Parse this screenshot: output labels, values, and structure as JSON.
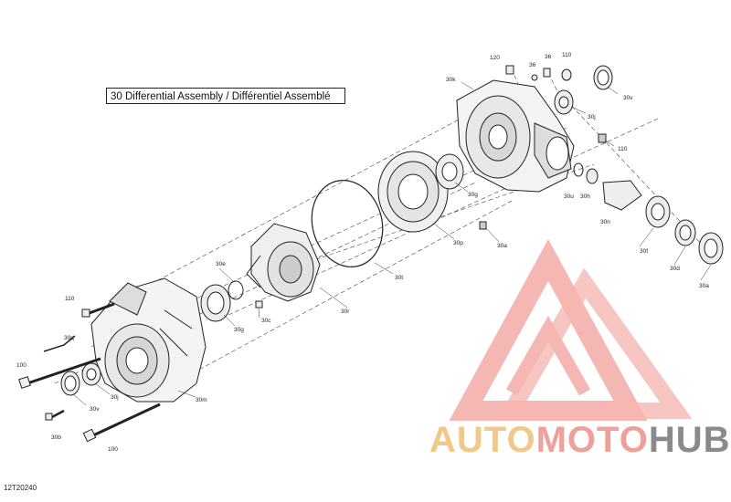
{
  "diagram": {
    "title": "30 Differential Assembly / Différentiel Assemblé",
    "drawing_id": "12T20240",
    "parts": [
      {
        "key": "p120",
        "label": "120"
      },
      {
        "key": "p36a",
        "label": "36"
      },
      {
        "key": "p36b",
        "label": "36"
      },
      {
        "key": "p110a",
        "label": "110"
      },
      {
        "key": "p30k",
        "label": "30k"
      },
      {
        "key": "p30v_top",
        "label": "30v"
      },
      {
        "key": "p30j_top",
        "label": "30j"
      },
      {
        "key": "p110b",
        "label": "110"
      },
      {
        "key": "p30g_top",
        "label": "30g"
      },
      {
        "key": "p30u",
        "label": "30u"
      },
      {
        "key": "p30h",
        "label": "30h"
      },
      {
        "key": "p30n",
        "label": "30n"
      },
      {
        "key": "p30p",
        "label": "30p"
      },
      {
        "key": "p30a_mid",
        "label": "30a"
      },
      {
        "key": "p30f",
        "label": "30f"
      },
      {
        "key": "p30d",
        "label": "30d"
      },
      {
        "key": "p30a_right",
        "label": "30a"
      },
      {
        "key": "p30e",
        "label": "30e"
      },
      {
        "key": "p30t",
        "label": "30t"
      },
      {
        "key": "p30r",
        "label": "30r"
      },
      {
        "key": "p30g_bot",
        "label": "30g"
      },
      {
        "key": "p30c",
        "label": "30c"
      },
      {
        "key": "p110c",
        "label": "110"
      },
      {
        "key": "p30q",
        "label": "30q"
      },
      {
        "key": "p100a",
        "label": "100"
      },
      {
        "key": "p30j_bot",
        "label": "30j"
      },
      {
        "key": "p30v_bot",
        "label": "30v"
      },
      {
        "key": "p30m",
        "label": "30m"
      },
      {
        "key": "p30b",
        "label": "30b"
      },
      {
        "key": "p100b",
        "label": "100"
      }
    ]
  },
  "watermark": {
    "part1": "AUTO",
    "part2": "MOTO",
    "part3": "HUB",
    "colors": {
      "auto": "#f2c88a",
      "moto": "#f0a09a",
      "hub": "#8a8a8a",
      "logo": "#f2a09a"
    }
  }
}
